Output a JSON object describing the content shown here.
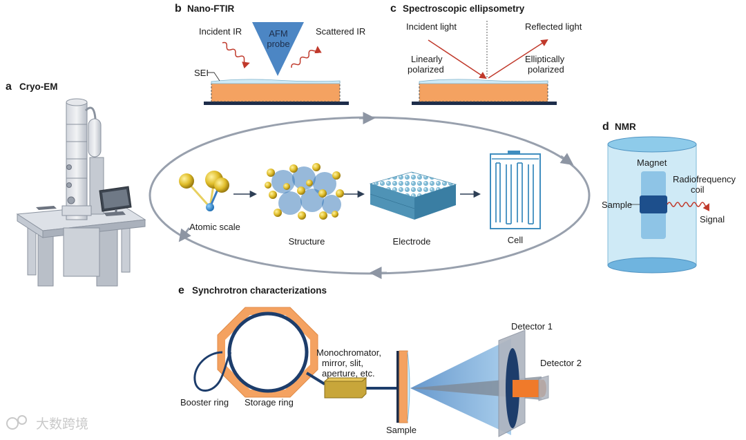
{
  "panels": {
    "a": {
      "letter": "a",
      "title": "Cryo-EM"
    },
    "b": {
      "letter": "b",
      "title": "Nano-FTIR",
      "incident": "Incident IR",
      "scattered": "Scattered IR",
      "probe_line1": "AFM",
      "probe_line2": "probe",
      "sei": "SEI"
    },
    "c": {
      "letter": "c",
      "title": "Spectroscopic ellipsometry",
      "incident": "Incident light",
      "reflected": "Reflected light",
      "linear_line1": "Linearly",
      "linear_line2": "polarized",
      "elliptical_line1": "Elliptically",
      "elliptical_line2": "polarized"
    },
    "d": {
      "letter": "d",
      "title": "NMR",
      "magnet": "Magnet",
      "rf_line1": "Radiofrequency",
      "rf_line2": "coil",
      "sample": "Sample",
      "signal": "Signal"
    },
    "e": {
      "letter": "e",
      "title": "Synchrotron characterizations",
      "booster": "Booster ring",
      "storage": "Storage ring",
      "mono_line1": "Monochromator,",
      "mono_line2": "mirror, slit,",
      "mono_line3": "aperture, etc.",
      "detector1": "Detector 1",
      "detector2": "Detector 2",
      "sample": "Sample"
    }
  },
  "cycle": {
    "atomic": "Atomic scale",
    "structure": "Structure",
    "electrode": "Electrode",
    "cell": "Cell"
  },
  "watermark": "大数跨境",
  "colors": {
    "orange": "#f4a261",
    "blue": "#4f8fc0",
    "dark_blue": "#1d3d6b",
    "light_blue": "#cfeaf6",
    "red": "#c0392b",
    "gold": "#d8b62a",
    "gray": "#aeb4bf"
  },
  "icons": [
    "cryo-em-microscope",
    "afm-probe",
    "nmr-cylinder",
    "synchrotron-ring",
    "detector-plate"
  ]
}
